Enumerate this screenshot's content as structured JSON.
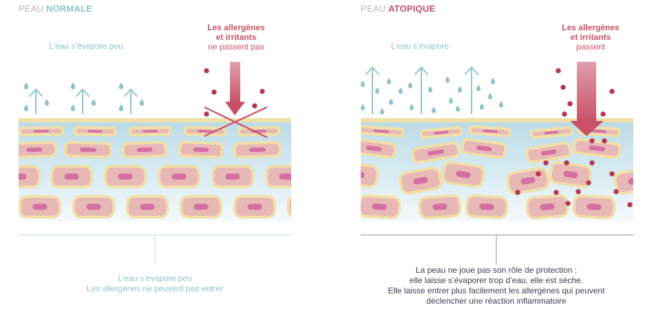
{
  "left": {
    "title_prefix": "PEAU ",
    "title_strong": "NORMALE",
    "evap_label": "L’eau s’évapore peu",
    "allergen_line1": "Les allergènes",
    "allergen_line2": "et irritants",
    "allergen_line3": "ne passent pas",
    "caption_line1": "L’eau s’évapore peu",
    "caption_line2": "Les allergènes ne peuvent pas entrer"
  },
  "right": {
    "title_prefix": "PEAU ",
    "title_strong": "ATOPIQUE",
    "evap_label": "L’eau s’évapore",
    "allergen_line1": "Les allergènes",
    "allergen_line2": "et irritants",
    "allergen_line3": "passent",
    "caption_line1": "La peau ne joue pas son rôle de protection :",
    "caption_line2": "elle laisse s’évaporer trop d’eau, elle est sèche.",
    "caption_line3": "Elle laisse entrer plus facilement les allergènes qui peuvent",
    "caption_line4": "déclencher une réaction inflammatoire"
  },
  "colors": {
    "cell_fill": "#f0e0a8",
    "cell_inner": "#e7b8b6",
    "nucleus": "#d46fa1",
    "water": "#8fc3cc",
    "allergen": "#b63550",
    "arrow": "#c85067",
    "skin_bg": "#d3e7ef"
  }
}
